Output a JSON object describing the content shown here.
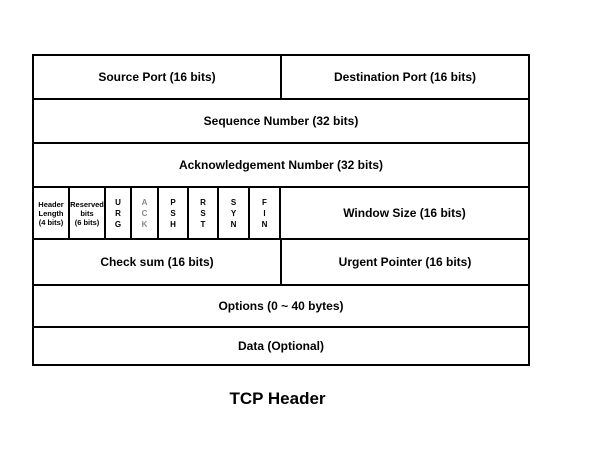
{
  "diagram": {
    "title": "TCP Header",
    "rows": {
      "source_port": "Source Port (16 bits)",
      "destination_port": "Destination Port (16 bits)",
      "sequence_number": "Sequence Number (32 bits)",
      "ack_number": "Acknowledgement Number (32 bits)",
      "header_length": [
        "Header",
        "Length",
        "(4 bits)"
      ],
      "reserved": [
        "Reserved",
        "bits",
        "(6 bits)"
      ],
      "flags": [
        {
          "letters": [
            "U",
            "R",
            "G"
          ]
        },
        {
          "letters": [
            "A",
            "C",
            "K"
          ],
          "dim": true
        },
        {
          "letters": [
            "P",
            "S",
            "H"
          ]
        },
        {
          "letters": [
            "R",
            "S",
            "T"
          ]
        },
        {
          "letters": [
            "S",
            "Y",
            "N"
          ]
        },
        {
          "letters": [
            "F",
            "I",
            "N"
          ]
        }
      ],
      "window_size": "Window Size (16 bits)",
      "checksum": "Check sum  (16 bits)",
      "urgent_pointer": "Urgent Pointer  (16 bits)",
      "options": "Options (0 ~ 40 bytes)",
      "data": "Data (Optional)"
    }
  }
}
